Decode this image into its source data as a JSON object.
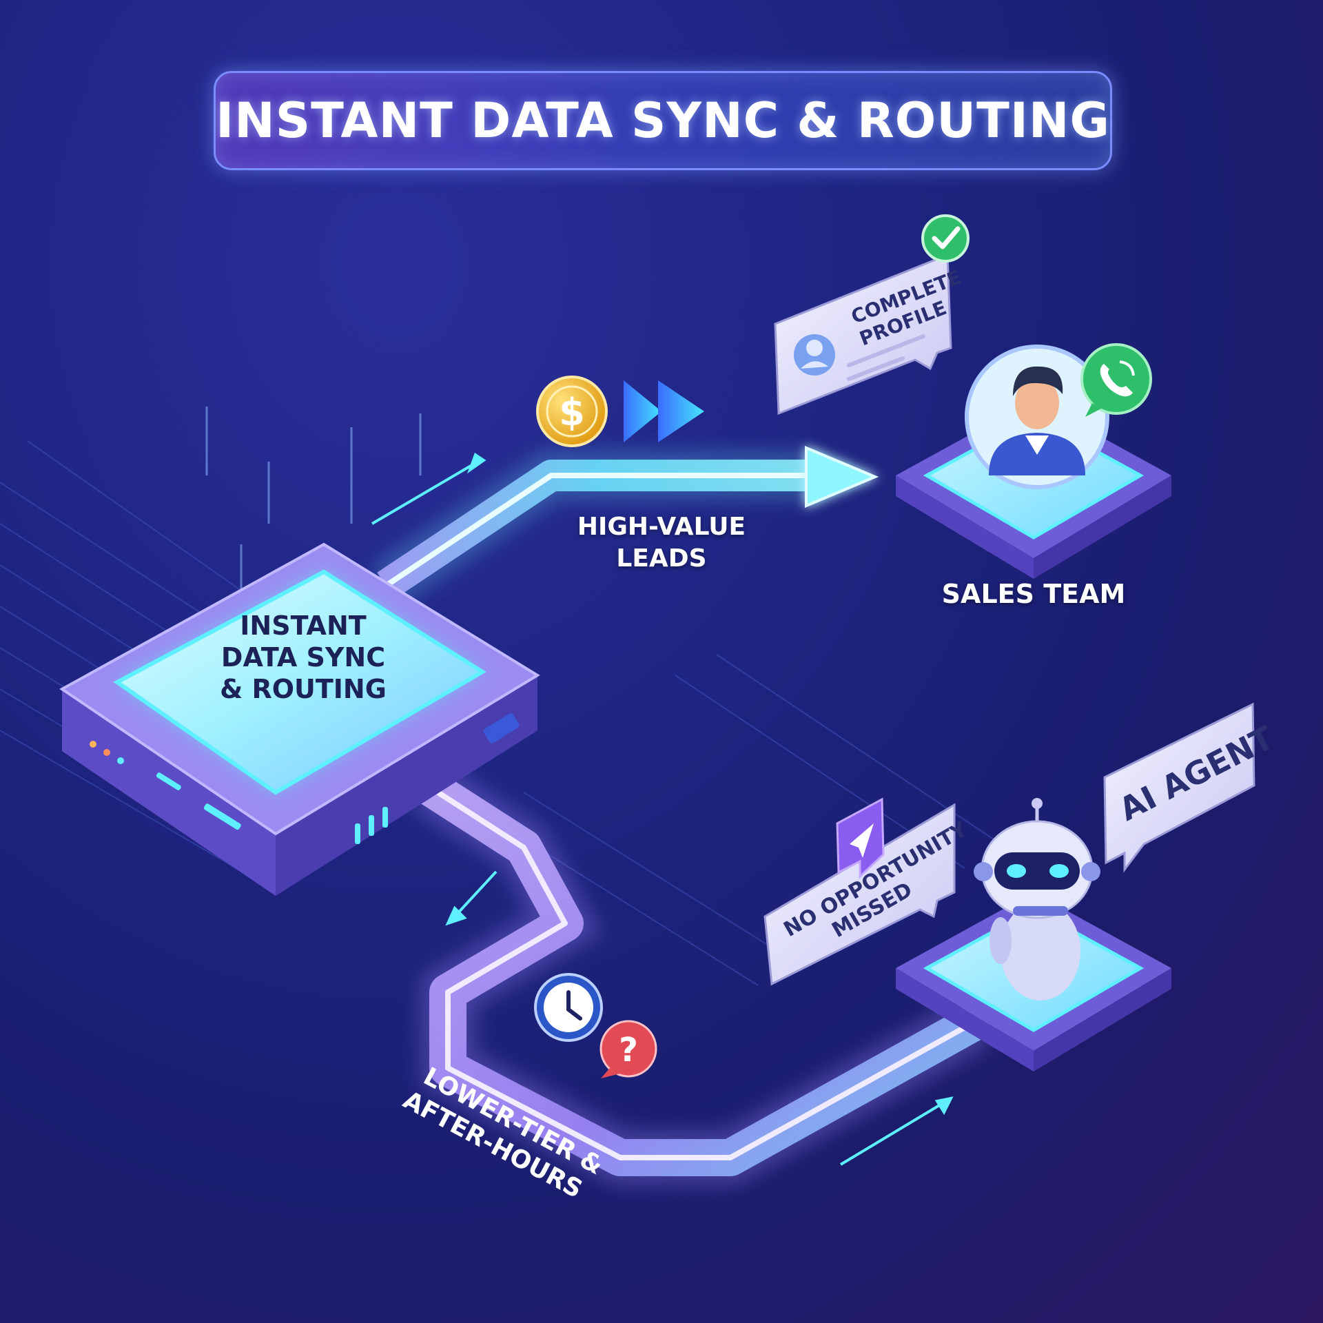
{
  "title": "INSTANT DATA SYNC & ROUTING",
  "hub": {
    "line1": "INSTANT",
    "line2": "DATA SYNC",
    "line3": "& ROUTING"
  },
  "upper_path": {
    "line1": "HIGH-VALUE",
    "line2": "LEADS",
    "icons": [
      "dollar-coin-icon",
      "fast-forward-icon"
    ]
  },
  "lower_path": {
    "line1": "LOWER-TIER &",
    "line2": "AFTER-HOURS",
    "icons": [
      "clock-icon",
      "question-bubble-icon"
    ]
  },
  "sales": {
    "label": "SALES TEAM",
    "bubble_line1": "COMPLETE",
    "bubble_line2": "PROFILE",
    "icons": [
      "check-badge-icon",
      "person-avatar-icon",
      "phone-call-icon"
    ]
  },
  "ai": {
    "label": "AI AGENT",
    "bubble_line1": "NO OPPORTUNITY",
    "bubble_line2": "MISSED",
    "icons": [
      "send-plane-icon",
      "robot-icon"
    ]
  },
  "colors": {
    "background": "#1e2582",
    "accent_cyan": "#5ff0ff",
    "accent_purple": "#9a6cff",
    "coin": "#f4b21a",
    "check": "#2fbf6a",
    "question": "#e24a55"
  }
}
